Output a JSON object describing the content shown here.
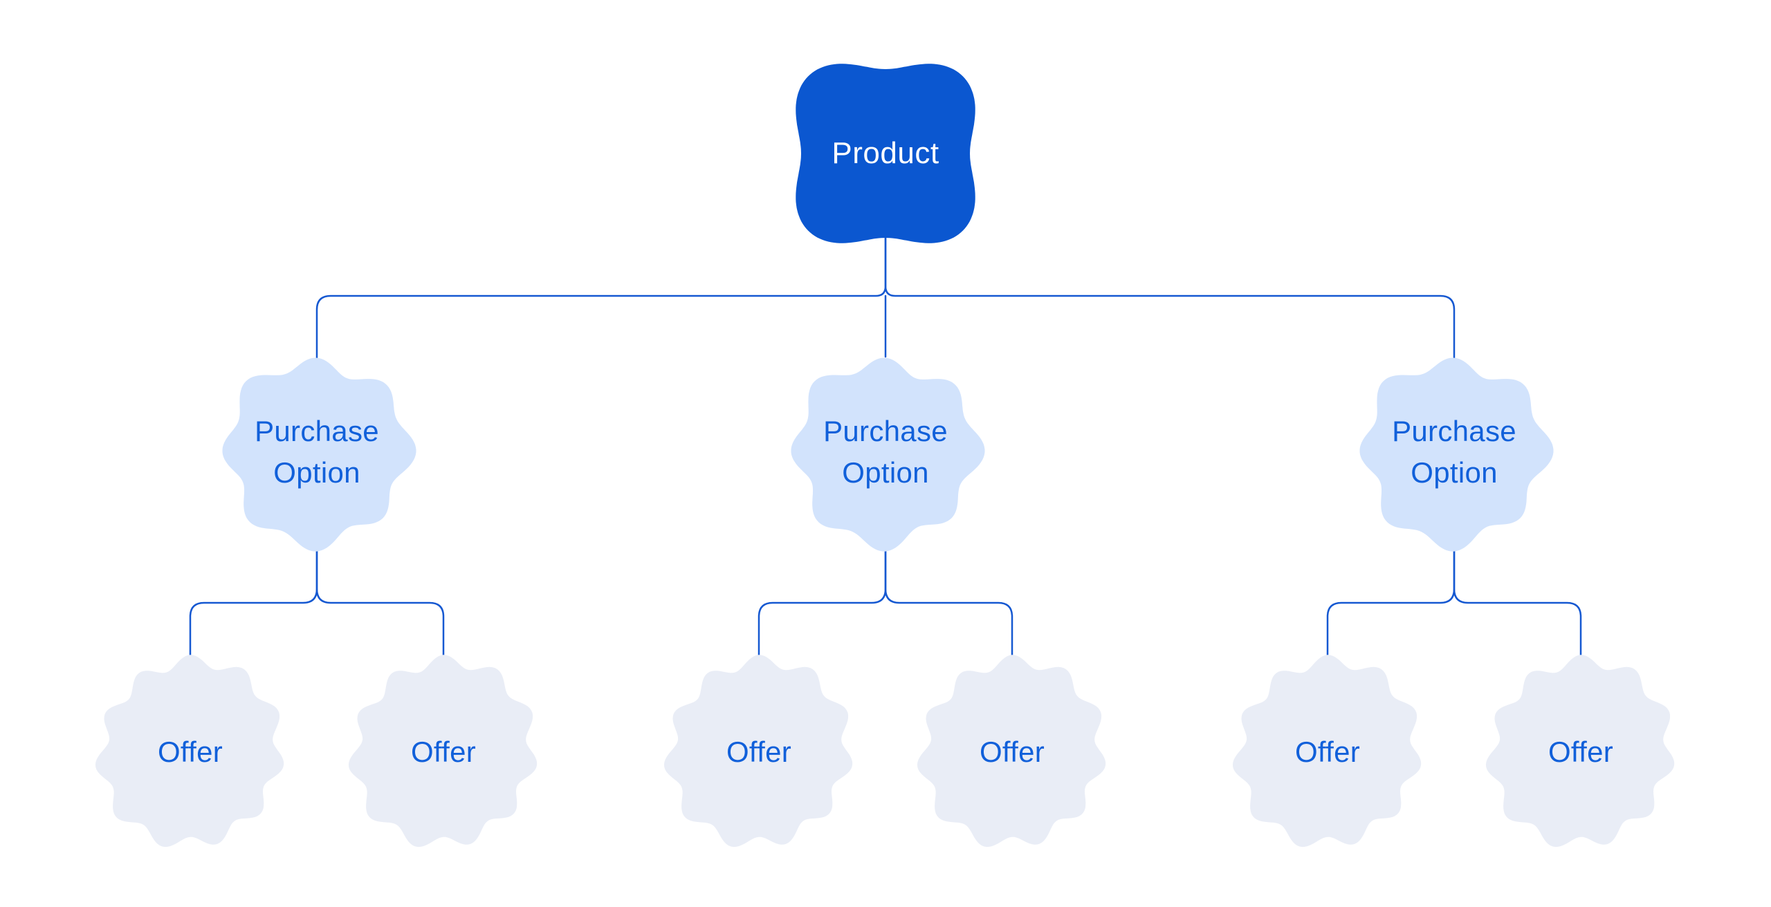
{
  "diagram": {
    "root": {
      "label": "Product"
    },
    "purchase_options": [
      {
        "label": "Purchase Option",
        "offers": [
          {
            "label": "Offer"
          },
          {
            "label": "Offer"
          }
        ]
      },
      {
        "label": "Purchase Option",
        "offers": [
          {
            "label": "Offer"
          },
          {
            "label": "Offer"
          }
        ]
      },
      {
        "label": "Purchase Option",
        "offers": [
          {
            "label": "Offer"
          },
          {
            "label": "Offer"
          }
        ]
      }
    ],
    "colors": {
      "background": "#ffffff",
      "root_fill": "#0b57d0",
      "root_text": "#ffffff",
      "option_fill": "#d2e3fc",
      "offer_fill": "#e9edf6",
      "connector": "#1558d1",
      "label_text": "#1160da"
    }
  }
}
